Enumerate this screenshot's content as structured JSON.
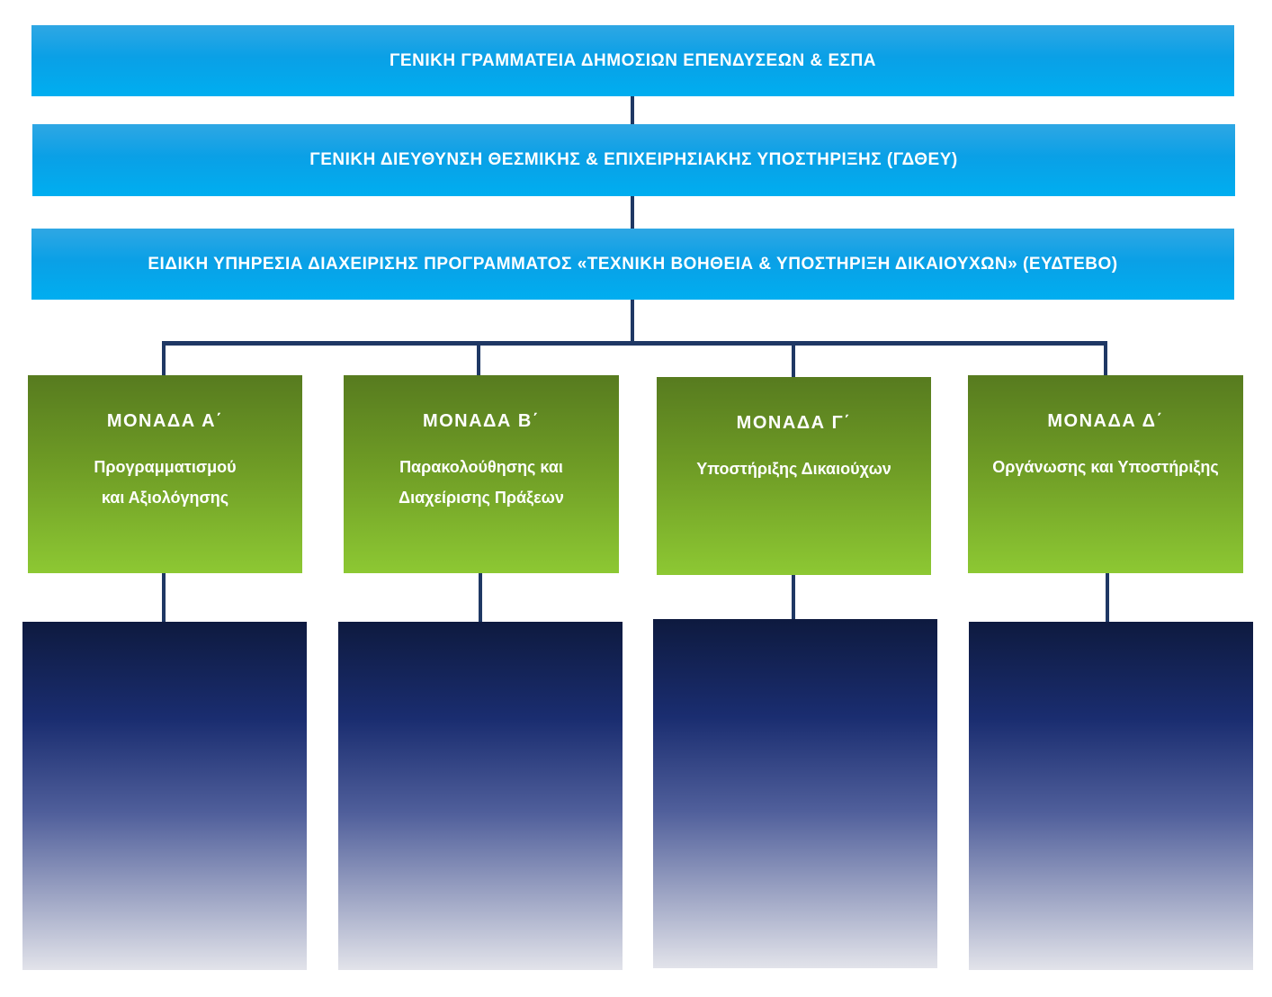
{
  "org_chart": {
    "level1": {
      "label": "ΓΕΝΙΚΗ ΓΡΑΜΜΑΤΕΙΑ ΔΗΜΟΣΙΩΝ ΕΠΕΝΔΥΣΕΩΝ & ΕΣΠΑ"
    },
    "level2": {
      "label": "ΓΕΝΙΚΗ ΔΙΕΥΘΥΝΣΗ ΘΕΣΜΙΚΗΣ & ΕΠΙΧΕΙΡΗΣΙΑΚΗΣ ΥΠΟΣΤΗΡΙΞΗΣ (ΓΔΘΕΥ)"
    },
    "level3": {
      "label": "ΕΙΔΙΚΗ ΥΠΗΡΕΣΙΑ ΔΙΑΧΕΙΡΙΣΗΣ ΠΡΟΓΡΑΜΜΑΤΟΣ «ΤΕΧΝΙΚΗ ΒΟΗΘΕΙΑ & ΥΠΟΣΤΗΡΙΞΗ ΔΙΚΑΙΟΥΧΩΝ» (ΕΥΔΤΕΒΟ)"
    },
    "units": [
      {
        "title": "ΜΟΝΑΔΑ Α΄",
        "desc_line1": "Προγραμματισμού",
        "desc_line2": "και Αξιολόγησης"
      },
      {
        "title": "ΜΟΝΑΔΑ Β΄",
        "desc_line1": "Παρακολούθησης και",
        "desc_line2": "Διαχείρισης Πράξεων"
      },
      {
        "title": "ΜΟΝΑΔΑ Γ΄",
        "desc_line1": "Υποστήριξης Δικαιούχων",
        "desc_line2": ""
      },
      {
        "title": "ΜΟΝΑΔΑ Δ΄",
        "desc_line1": "Οργάνωσης και Υποστήριξης",
        "desc_line2": ""
      }
    ],
    "colors": {
      "connector": "#1f3864",
      "top_boxes": "#00aef0",
      "unit_boxes": "#6e9b25",
      "sub_boxes": "#1a2d70"
    }
  }
}
